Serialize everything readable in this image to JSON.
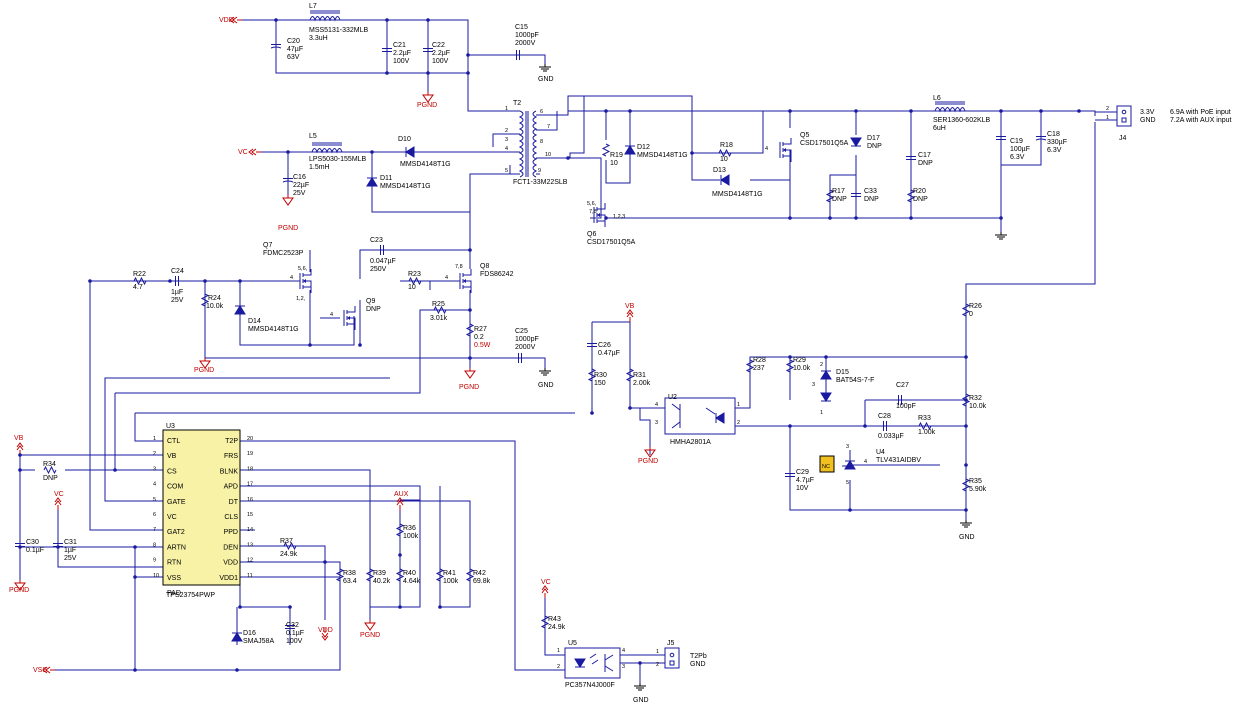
{
  "nets": {
    "vdd": "VDD",
    "vc": "VC",
    "vb": "VB",
    "vss": "VSS",
    "aux": "AUX",
    "pgnd": "PGND",
    "gnd": "GND"
  },
  "L7": {
    "ref": "L7",
    "v1": "MSS5131-332MLB",
    "v2": "3.3uH"
  },
  "C20": {
    "ref": "C20",
    "v1": "47µF",
    "v2": "63V"
  },
  "C21": {
    "ref": "C21",
    "v1": "2.2µF",
    "v2": "100V"
  },
  "C22": {
    "ref": "C22",
    "v1": "2.2µF",
    "v2": "100V"
  },
  "C15": {
    "ref": "C15",
    "v1": "1000pF",
    "v2": "2000V"
  },
  "L5": {
    "ref": "L5",
    "v1": "LPS5030-155MLB",
    "v2": "1.5mH"
  },
  "D10": {
    "ref": "D10",
    "v1": "MMSD4148T1G"
  },
  "D11": {
    "ref": "D11",
    "v1": "MMSD4148T1G"
  },
  "C16": {
    "ref": "C16",
    "v1": "22µF",
    "v2": "25V"
  },
  "T2": {
    "ref": "T2",
    "v1": "FCT1-33M22SLB",
    "pins": [
      "1",
      "2",
      "3",
      "4",
      "5",
      "6",
      "7",
      "8",
      "9",
      "10"
    ]
  },
  "R19": {
    "ref": "R19",
    "v1": "10"
  },
  "D12": {
    "ref": "D12",
    "v1": "MMSD4148T1G"
  },
  "R18": {
    "ref": "R18",
    "v1": "10"
  },
  "D13": {
    "ref": "D13",
    "v1": "MMSD4148T1G"
  },
  "Q5": {
    "ref": "Q5",
    "v1": "CSD17501Q5A"
  },
  "Q6": {
    "ref": "Q6",
    "v1": "CSD17501Q5A"
  },
  "D17": {
    "ref": "D17",
    "v1": "DNP"
  },
  "R17": {
    "ref": "R17",
    "v1": "DNP"
  },
  "C33": {
    "ref": "C33",
    "v1": "DNP"
  },
  "C17": {
    "ref": "C17",
    "v1": "DNP"
  },
  "R20": {
    "ref": "R20",
    "v1": "DNP"
  },
  "L6": {
    "ref": "L6",
    "v1": "SER1360-602KLB",
    "v2": "6uH"
  },
  "C19": {
    "ref": "C19",
    "v1": "100µF",
    "v2": "6.3V"
  },
  "C18": {
    "ref": "C18",
    "v1": "330µF",
    "v2": "6.3V"
  },
  "J4": {
    "ref": "J4",
    "l1": "3.3V",
    "l2": "GND",
    "n1": "6.9A with PoE input",
    "n2": "7.2A with AUX input",
    "p1": "2",
    "p2": "1"
  },
  "Q7": {
    "ref": "Q7",
    "v1": "FDMC2523P"
  },
  "C23": {
    "ref": "C23",
    "v1": "0.047µF",
    "v2": "250V"
  },
  "Q8": {
    "ref": "Q8",
    "v1": "FDS86242"
  },
  "R22": {
    "ref": "R22",
    "v1": "4.7"
  },
  "C24": {
    "ref": "C24",
    "v1": "1µF",
    "v2": "25V"
  },
  "R24": {
    "ref": "R24",
    "v1": "10.0k"
  },
  "D14": {
    "ref": "D14",
    "v1": "MMSD4148T1G"
  },
  "Q9": {
    "ref": "Q9",
    "v1": "DNP"
  },
  "R23": {
    "ref": "R23",
    "v1": "10"
  },
  "R25": {
    "ref": "R25",
    "v1": "3.01k"
  },
  "R27": {
    "ref": "R27",
    "v1": "0.2",
    "v2": "0.5W"
  },
  "C25": {
    "ref": "C25",
    "v1": "1000pF",
    "v2": "2000V"
  },
  "C26": {
    "ref": "C26",
    "v1": "0.47µF"
  },
  "R30": {
    "ref": "R30",
    "v1": "150"
  },
  "R31": {
    "ref": "R31",
    "v1": "2.00k"
  },
  "U2": {
    "ref": "U2",
    "v1": "HMHA2801A"
  },
  "R28": {
    "ref": "R28",
    "v1": "237"
  },
  "R29": {
    "ref": "R29",
    "v1": "10.0k"
  },
  "D15": {
    "ref": "D15",
    "v1": "BAT54S-7-F"
  },
  "C27": {
    "ref": "C27",
    "v1": "100pF"
  },
  "C28": {
    "ref": "C28",
    "v1": "0.033µF"
  },
  "R33": {
    "ref": "R33",
    "v1": "1.00k"
  },
  "R26": {
    "ref": "R26",
    "v1": "0"
  },
  "R32": {
    "ref": "R32",
    "v1": "10.0k"
  },
  "U4": {
    "ref": "U4",
    "v1": "TLV431AIDBV",
    "nc": "NC"
  },
  "C29": {
    "ref": "C29",
    "v1": "4.7µF",
    "v2": "10V"
  },
  "R35": {
    "ref": "R35",
    "v1": "5.90k"
  },
  "U3": {
    "ref": "U3",
    "v1": "TPS23754PWP",
    "left": [
      [
        "1",
        "CTL"
      ],
      [
        "2",
        "VB"
      ],
      [
        "3",
        "CS"
      ],
      [
        "4",
        "COM"
      ],
      [
        "5",
        "GATE"
      ],
      [
        "6",
        "VC"
      ],
      [
        "7",
        "GAT2"
      ],
      [
        "8",
        "ARTN"
      ],
      [
        "9",
        "RTN"
      ],
      [
        "10",
        "VSS"
      ],
      [
        "",
        "PAD"
      ]
    ],
    "right": [
      [
        "20",
        "T2P"
      ],
      [
        "19",
        "FRS"
      ],
      [
        "18",
        "BLNK"
      ],
      [
        "17",
        "APD"
      ],
      [
        "16",
        "DT"
      ],
      [
        "15",
        "CLS"
      ],
      [
        "14",
        "PPD"
      ],
      [
        "13",
        "DEN"
      ],
      [
        "12",
        "VDD"
      ],
      [
        "11",
        "VDD1"
      ]
    ]
  },
  "R34": {
    "ref": "R34",
    "v1": "DNP"
  },
  "C30": {
    "ref": "C30",
    "v1": "0.1µF"
  },
  "C31": {
    "ref": "C31",
    "v1": "1µF",
    "v2": "25V"
  },
  "R37": {
    "ref": "R37",
    "v1": "24.9k"
  },
  "R38": {
    "ref": "R38",
    "v1": "63.4"
  },
  "C32": {
    "ref": "C32",
    "v1": "0.1µF",
    "v2": "100V"
  },
  "D16": {
    "ref": "D16",
    "v1": "SMAJ58A"
  },
  "R36": {
    "ref": "R36",
    "v1": "100k"
  },
  "R39": {
    "ref": "R39",
    "v1": "40.2k"
  },
  "R40": {
    "ref": "R40",
    "v1": "4.64k"
  },
  "R41": {
    "ref": "R41",
    "v1": "100k"
  },
  "R42": {
    "ref": "R42",
    "v1": "69.8k"
  },
  "R43": {
    "ref": "R43",
    "v1": "24.9k"
  },
  "U5": {
    "ref": "U5",
    "v1": "PC357N4J000F"
  },
  "J5": {
    "ref": "J5",
    "l1": "T2Pb",
    "l2": "GND"
  },
  "pins": {
    "p1": "1",
    "p2": "2",
    "p3": "3",
    "p4": "4",
    "p5": "5",
    "p6": "6",
    "p7": "7",
    "p8": "8",
    "p9": "9",
    "p10": "10",
    "p56": "5,6,",
    "p78": "7,8",
    "p123": "1,2,3",
    "p5a": "5,6,",
    "p7a": "7,8",
    "p12": "1,2,",
    "p3a": "3"
  }
}
